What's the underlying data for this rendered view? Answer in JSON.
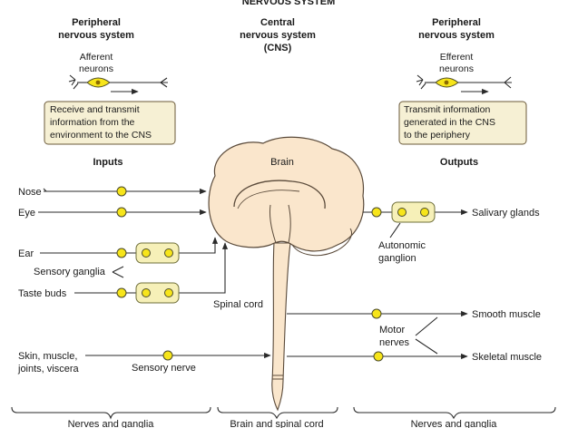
{
  "title": "NERVOUS SYSTEM",
  "columns": {
    "left": {
      "title_line1": "Peripheral",
      "title_line2": "nervous system"
    },
    "center": {
      "title_line1": "Central",
      "title_line2": "nervous system",
      "title_line3": "(CNS)"
    },
    "right": {
      "title_line1": "Peripheral",
      "title_line2": "nervous system"
    }
  },
  "afferent": {
    "line1": "Afferent",
    "line2": "neurons"
  },
  "efferent": {
    "line1": "Efferent",
    "line2": "neurons"
  },
  "left_box": {
    "line1": "Receive and transmit",
    "line2": "information from the",
    "line3": "environment to the CNS"
  },
  "right_box": {
    "line1": "Transmit information",
    "line2": "generated in the CNS",
    "line3": "to the periphery"
  },
  "inputs_label": "Inputs",
  "outputs_label": "Outputs",
  "brain_label": "Brain",
  "spinal_cord_label": "Spinal cord",
  "inputs": {
    "nose": "Nose",
    "eye": "Eye",
    "ear": "Ear",
    "taste": "Taste buds",
    "skin_line1": "Skin, muscle,",
    "skin_line2": "joints, viscera"
  },
  "sensory_ganglia_label": "Sensory ganglia",
  "sensory_nerve_label": "Sensory nerve",
  "outputs": {
    "salivary": "Salivary glands",
    "smooth": "Smooth muscle",
    "skeletal": "Skeletal muscle"
  },
  "autonomic_ganglion": {
    "line1": "Autonomic",
    "line2": "ganglion"
  },
  "motor_nerves": {
    "line1": "Motor",
    "line2": "nerves"
  },
  "bottom": {
    "left": "Nerves and ganglia",
    "center": "Brain and spinal cord",
    "right": "Nerves and ganglia"
  },
  "colors": {
    "neuron_yellow": "#f7e51a",
    "ganglion_box": "#f6f0b8",
    "brain_fill": "#fae6cc",
    "info_box": "#f6f0d4"
  }
}
